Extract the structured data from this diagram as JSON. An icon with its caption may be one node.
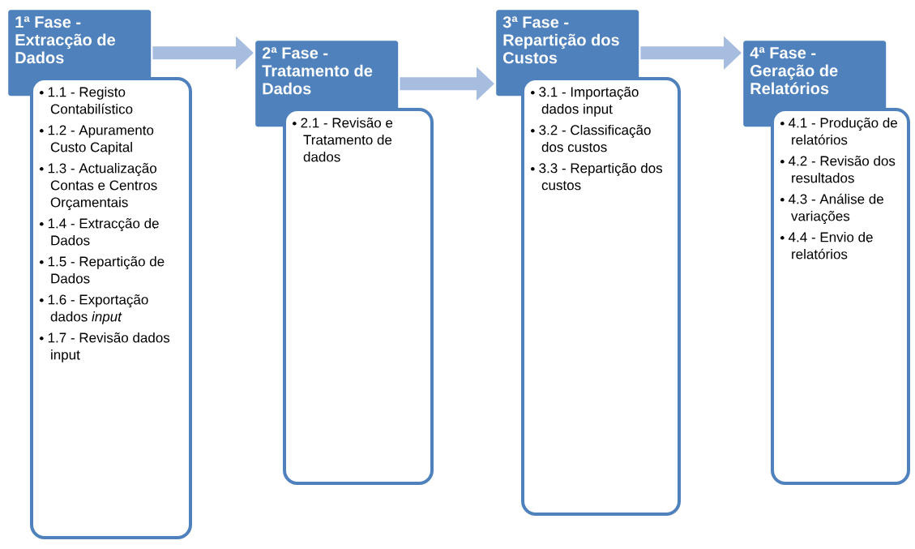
{
  "diagram": {
    "nodes": [
      {
        "text": [
          "1ª Fase - Extracção de Dados"
        ]
      },
      {
        "text": [
          "1.1 - Registo Contabilístico",
          "1.2 - Apuramento Custo Capital",
          "1.3 - Actualização Contas e Centros Orçamentais",
          "1.4 - Extracção de Dados",
          "1.5 - Repartição de Dados",
          "1.6 - Exportação dados *input*",
          "1.7 - Revisão dados input"
        ]
      },
      {
        "text": [
          "2ª Fase - Tratamento de Dados"
        ]
      },
      {
        "text": [
          "2.1 - Revisão e Tratamento de dados"
        ]
      },
      {
        "text": [
          "3ª Fase - Repartição dos Custos"
        ]
      },
      {
        "text": [
          "3.1 - Importação dados input",
          "3.2 - Classificação dos custos",
          "3.3 - Repartição dos custos"
        ]
      },
      {
        "text": [
          "4ª Fase - Geração de Relatórios"
        ]
      },
      {
        "text": [
          "4.1 - Produção de relatórios",
          "4.2 - Revisão dos resultados",
          "4.3 - Análise de variações",
          "4.4 - Envio de relatórios"
        ]
      }
    ],
    "edges": [
      {
        "from": 0,
        "to": 2,
        "arrow": "to"
      },
      {
        "from": 2,
        "to": 4,
        "arrow": "to"
      },
      {
        "from": 4,
        "to": 6,
        "arrow": "to"
      }
    ]
  }
}
